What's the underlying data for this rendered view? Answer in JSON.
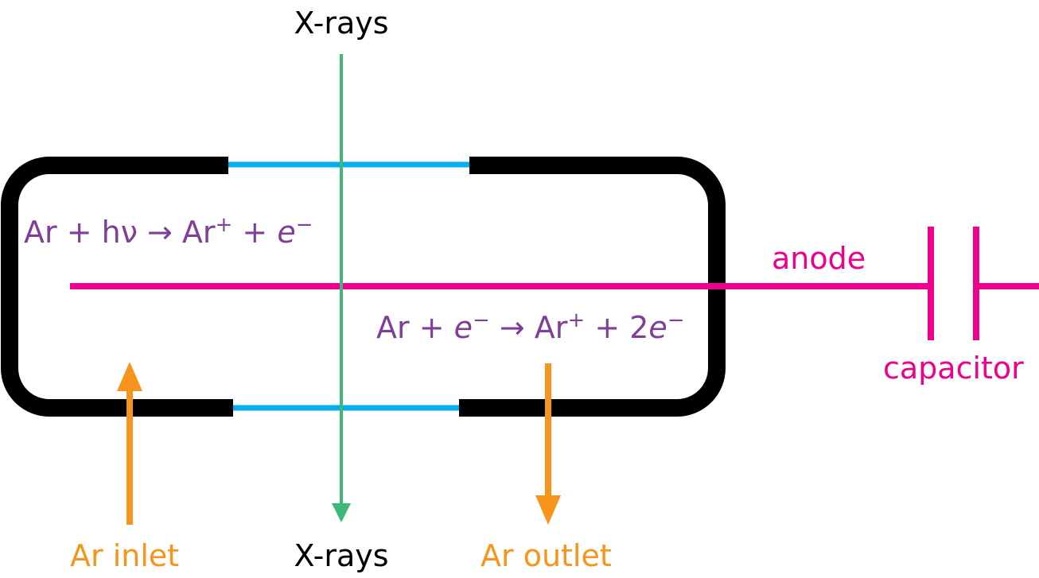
{
  "labels": {
    "xrays_top": "X-rays",
    "xrays_bottom": "X-rays",
    "ar_inlet": "Ar inlet",
    "ar_outlet": "Ar outlet",
    "anode": "anode",
    "capacitor": "capacitor"
  },
  "reaction_photoionization": {
    "lhs": "Ar + hν → Ar",
    "charge": "+",
    "plus": " + ",
    "electron": "e",
    "electron_charge": "−"
  },
  "reaction_avalanche": {
    "lhs": "Ar + ",
    "electron": "e",
    "electron_charge": "−",
    "arrow": " → Ar",
    "charge": "+",
    "plus": " + 2",
    "electron2": "e",
    "electron2_charge": "−"
  },
  "colors": {
    "chamber": "#000000",
    "window": "#00aeef",
    "xray": "#3cb878",
    "anode": "#ec008c",
    "argon": "#f7941d",
    "reaction": "#7f3f98"
  }
}
